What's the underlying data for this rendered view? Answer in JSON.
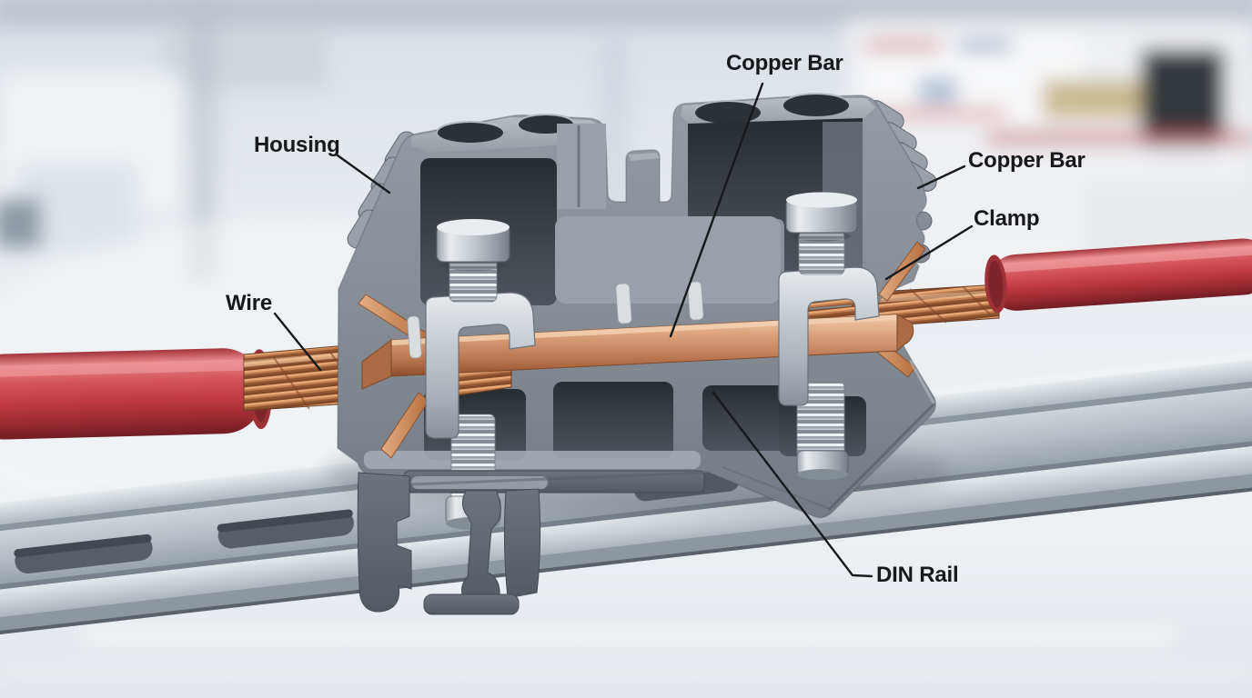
{
  "scene": {
    "labels": {
      "housing": "Housing",
      "wire": "Wire",
      "copper_bar_top": "Copper Bar",
      "copper_bar_right": "Copper Bar",
      "clamp": "Clamp",
      "din_rail": "DIN Rail"
    },
    "colors": {
      "background": "#e7ebf0",
      "label_text": "#17181a",
      "leader_line": "#17181a",
      "housing_face": "#868d95",
      "housing_top": "#a9aeb4",
      "cavity_dark": "#383d44",
      "copper_light": "#e8b48c",
      "copper_mid": "#c4845f",
      "copper_dark": "#8a4c2c",
      "wire_red": "#c23a43",
      "wire_red_highlight": "#e5878b",
      "rail_bright": "#f2f5f7",
      "rail_mid": "#aab2ba",
      "rail_dark": "#6a727a",
      "steel_light": "#e8ebee",
      "steel_mid": "#aeb5bb",
      "steel_dark": "#6d747c"
    }
  }
}
